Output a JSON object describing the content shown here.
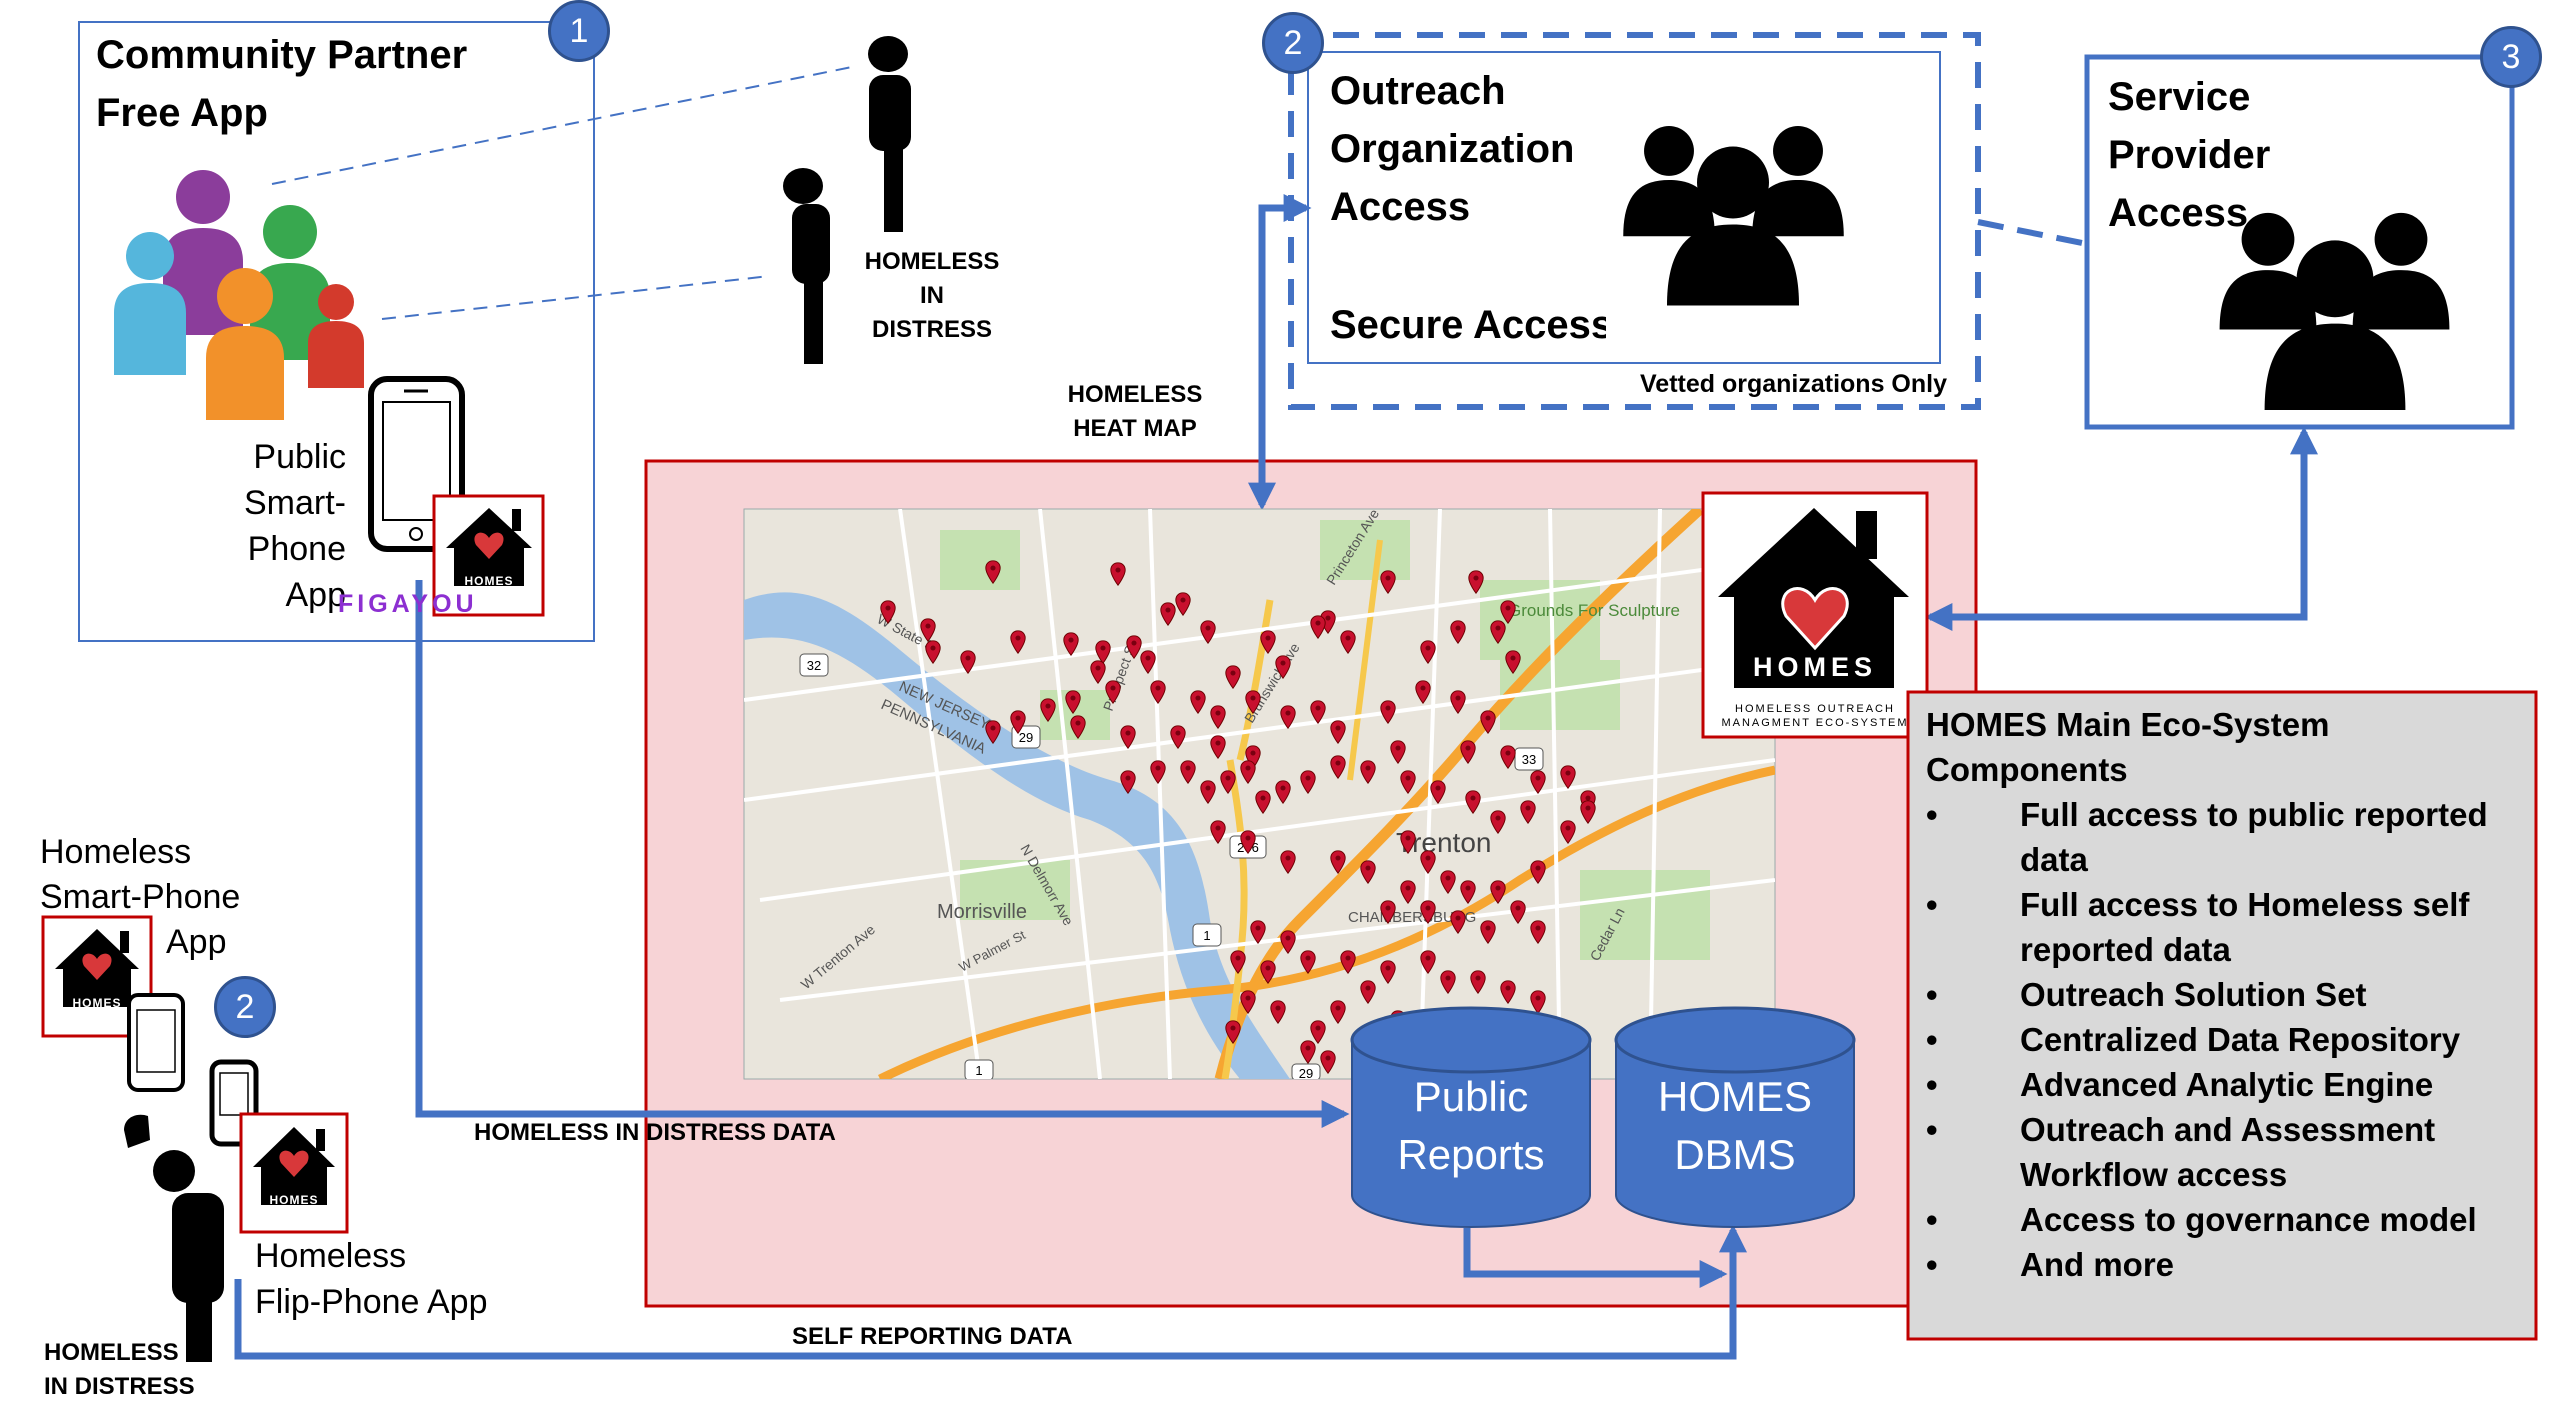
{
  "community": {
    "number": "1",
    "title_line1": "Community Partner",
    "title_line2": "Free App",
    "phone_line1": "Public",
    "phone_line2": "Smart-Phone",
    "phone_line3": "App",
    "figayou": "FIGAYOU"
  },
  "homeless_top": {
    "line1": "HOMELESS",
    "line2": "IN DISTRESS"
  },
  "outreach": {
    "number": "2",
    "title_line1": "Outreach",
    "title_line2": "Organization",
    "title_line3": "Access",
    "secure": "Secure Access",
    "vetted": "Vetted organizations Only"
  },
  "provider": {
    "number": "3",
    "title_line1": "Service",
    "title_line2": "Provider",
    "title_line3": "Access"
  },
  "heatmap": {
    "label_line1": "HOMELESS",
    "label_line2": "HEAT MAP"
  },
  "map": {
    "labels": [
      "Trenton",
      "Morrisville",
      "Grounds For Sculpture",
      "CHAMBERSBURG",
      "NEW JERSEY",
      "PENNSYLVANIA",
      "W State St",
      "Brunswick Ave",
      "Prospect St",
      "Princeton Ave",
      "N Delmorr Ave",
      "W Trenton Ave",
      "W Palmer St",
      "Cedar Ln"
    ],
    "shields": [
      "32",
      "29",
      "206",
      "1",
      "33",
      "1",
      "29"
    ]
  },
  "homes_logo": {
    "text": "HOMES",
    "subtitle_line1": "HOMELESS OUTREACH",
    "subtitle_line2": "MANAGMENT ECO-SYSTEM"
  },
  "databases": {
    "public_line1": "Public",
    "public_line2": "Reports",
    "homes_line1": "HOMES",
    "homes_line2": "DBMS"
  },
  "distress_data_label": "HOMELESS IN DISTRESS DATA",
  "self_reporting_label": "SELF REPORTING DATA",
  "components": {
    "title_line1": "HOMES Main Eco-System",
    "title_line2": "Components",
    "items": [
      {
        "line1": "Full access to public reported",
        "line2": "data"
      },
      {
        "line1": "Full access to Homeless self",
        "line2": "reported data"
      },
      {
        "line1": "Outreach Solution Set",
        "line2": ""
      },
      {
        "line1": "Centralized Data Repository",
        "line2": ""
      },
      {
        "line1": "Advanced Analytic Engine",
        "line2": ""
      },
      {
        "line1": "Outreach and Assessment",
        "line2": "Workflow access"
      },
      {
        "line1": "Access to governance model",
        "line2": ""
      },
      {
        "line1": "And more",
        "line2": ""
      }
    ]
  },
  "homeless_apps": {
    "number": "2",
    "smart_line1": "Homeless",
    "smart_line2": "Smart-Phone",
    "smart_line3": "App",
    "flip_line1": "Homeless",
    "flip_line2": "Flip-Phone App"
  },
  "homeless_bottom": {
    "line1": "HOMELESS",
    "line2": "IN DISTRESS"
  },
  "colors": {
    "accent_blue": "#4472c4",
    "panel_pink": "#f7d3d6",
    "panel_border": "#c00000",
    "components_bg": "#d9d9d9",
    "pin_red": "#c8102e"
  }
}
